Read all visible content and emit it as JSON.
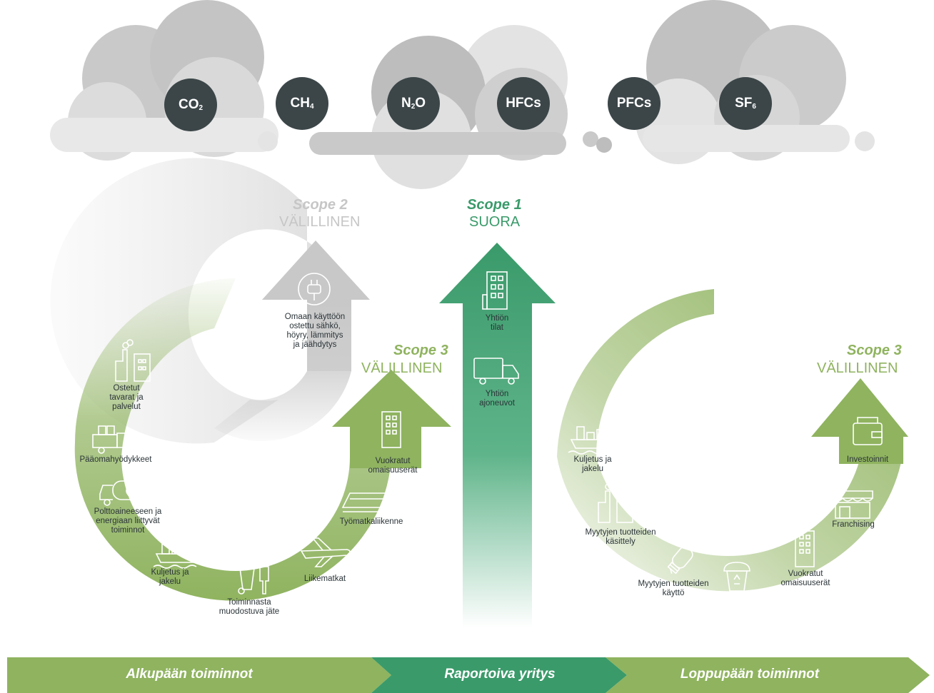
{
  "gases": [
    {
      "main": "CO",
      "sub": "2"
    },
    {
      "main": "CH",
      "sub": "4"
    },
    {
      "main": "N",
      "sub": "2",
      "tail": "O"
    },
    {
      "main": "HFCs",
      "sub": ""
    },
    {
      "main": "PFCs",
      "sub": ""
    },
    {
      "main": "SF",
      "sub": "6"
    }
  ],
  "scopes": {
    "scope2": {
      "title": "Scope 2",
      "subtitle": "VÄLILLINEN"
    },
    "scope1": {
      "title": "Scope 1",
      "subtitle": "SUORA"
    },
    "scope3_up": {
      "title": "Scope 3",
      "subtitle": "VÄLILLINEN"
    },
    "scope3_down": {
      "title": "Scope 3",
      "subtitle": "VÄLILLINEN"
    }
  },
  "colors": {
    "green_light": "#8fb35f",
    "green_dark": "#3a9a6a",
    "grey": "#c9c9c9",
    "gas_circle": "#3c4649",
    "scope_green": "#8fb35f",
    "scope_grey": "#c6c6c6"
  },
  "scope2_items": [
    {
      "icon": "plug-icon",
      "label": "Omaan käyttöön\nostettu sähkö,\nhöyry, lämmitys\nja jäähdytys"
    }
  ],
  "scope1_items": [
    {
      "icon": "building-icon",
      "label": "Yhtiön\ntilat"
    },
    {
      "icon": "truck-icon",
      "label": "Yhtiön\najoneuvot"
    }
  ],
  "upstream_items": [
    {
      "icon": "factory-icon",
      "label": "Ostetut\ntavarat ja\npalvelut"
    },
    {
      "icon": "delivery-truck-icon",
      "label": "Pääomahyödykkeet"
    },
    {
      "icon": "fuel-truck-icon",
      "label": "Polttoaineeseen ja\nenergiaan liittyvät\ntoiminnot"
    },
    {
      "icon": "ship-icon",
      "label": "Kuljetus ja\njakelu"
    },
    {
      "icon": "waste-icon",
      "label": "Toiminnasta\nmuodostuva jäte"
    },
    {
      "icon": "airplane-icon",
      "label": "Liikematkat"
    },
    {
      "icon": "train-icon",
      "label": "Työmatkaliikenne"
    },
    {
      "icon": "office-building-icon",
      "label": "Vuokratut\nomaisuuserät"
    }
  ],
  "downstream_items": [
    {
      "icon": "ship-icon",
      "label": "Kuljetus ja\njakelu"
    },
    {
      "icon": "factory-icon",
      "label": "Myytyjen tuotteiden\nkäsittely"
    },
    {
      "icon": "lightbulb-icon",
      "label": "Myytyjen tuotteiden\nkäyttö"
    },
    {
      "icon": "recycle-bin-icon",
      "label": ""
    },
    {
      "icon": "office-building-icon",
      "label": "Vuokratut\nomaisuuserät"
    },
    {
      "icon": "storefront-icon",
      "label": "Franchising"
    },
    {
      "icon": "wallet-icon",
      "label": "Investoinnit"
    }
  ],
  "bottom_band": {
    "upstream": "Alkupään toiminnot",
    "company": "Raportoiva yritys",
    "downstream": "Loppupään toiminnot"
  }
}
